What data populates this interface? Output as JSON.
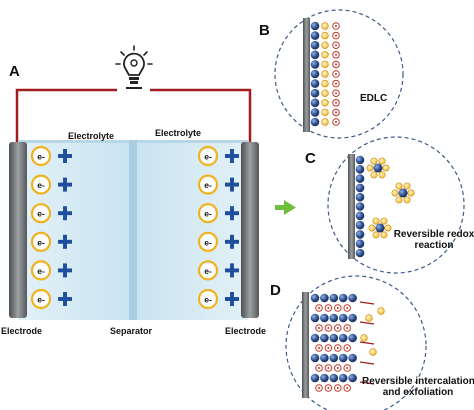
{
  "panels": {
    "a": "A",
    "b": "B",
    "c": "C",
    "d": "D"
  },
  "labels": {
    "electrolyte_left": "Electrolyte",
    "electrolyte_right": "Electrolyte",
    "electrode_left": "Electrode",
    "separator": "Separator",
    "electrode_right": "Electrode",
    "electron_symbol": "e-"
  },
  "panel_b": {
    "label": "EDLC"
  },
  "panel_c": {
    "label_line1": "Reversible redox",
    "label_line2": "reaction"
  },
  "panel_d": {
    "label_line1": "Reversible intercalation",
    "label_line2": "and exfoliation"
  },
  "icons": [
    "light-bulb-icon",
    "arrow-right-icon"
  ],
  "colors": {
    "wire": "#a01d22",
    "electrolyte": "#cfe6f2",
    "electrode": "#6f7275",
    "plus": "#1f4e9c",
    "electron_ring": "#f1b21f",
    "ion_sphere": "#2d4f8f",
    "circle_border": "#3d5a8a",
    "arrow": "#6fbf3f"
  }
}
